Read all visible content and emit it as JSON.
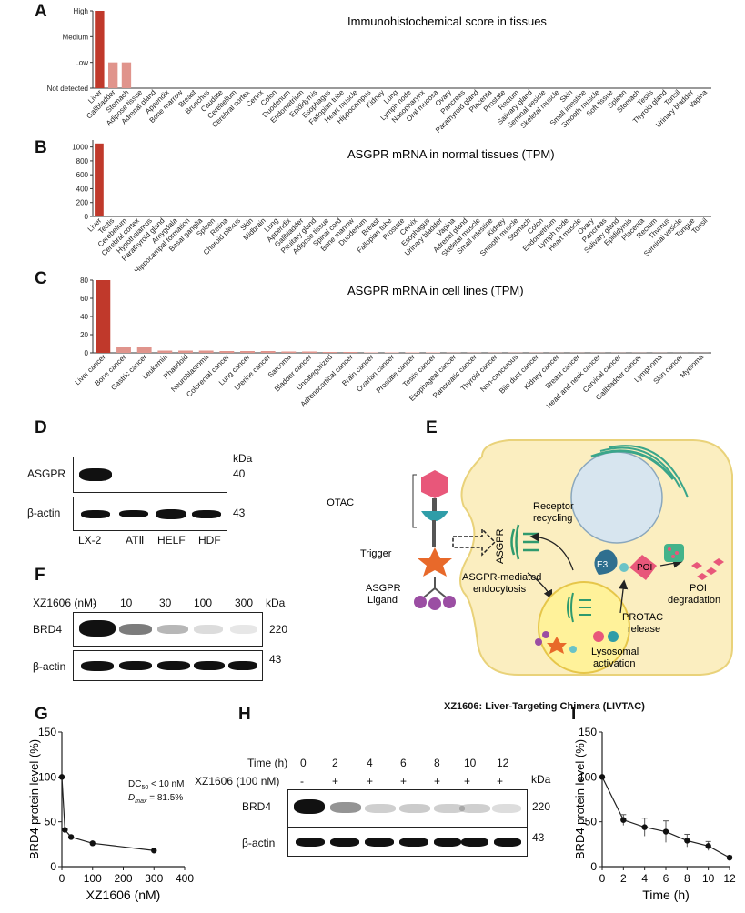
{
  "panels": {
    "A": "A",
    "B": "B",
    "C": "C",
    "D": "D",
    "E": "E",
    "F": "F",
    "G": "G",
    "H": "H",
    "I": "I"
  },
  "colors": {
    "bar_main": "#c0392b",
    "bar_light": "#e0948c",
    "cell": "#fbeec0",
    "cell_border": "#e9d27a"
  },
  "chart_data": [
    {
      "type": "bar",
      "title": "Immunohistochemical score in tissues",
      "ytick_labels": [
        "Not detected",
        "Low",
        "Medium",
        "High"
      ],
      "categories": [
        "Liver",
        "Gallbladder",
        "Stomach",
        "Adipose tissue",
        "Adrenal gland",
        "Appendix",
        "Bone marrow",
        "Breast",
        "Bronchus",
        "Caudate",
        "Cerebellum",
        "Cerebral cortex",
        "Cervix",
        "Colon",
        "Duodenum",
        "Endometrium",
        "Epididymis",
        "Esophagus",
        "Fallopian tube",
        "Heart muscle",
        "Hippocampus",
        "Kidney",
        "Lung",
        "Lymph node",
        "Nasopharynx",
        "Oral mucosa",
        "Ovary",
        "Pancreas",
        "Parathyroid gland",
        "Placenta",
        "Prostate",
        "Rectum",
        "Salivary gland",
        "Seminal vesicle",
        "Skeletal muscle",
        "Skin",
        "Small intestine",
        "Smooth muscle",
        "Soft tissue",
        "Spleen",
        "Stomach",
        "Testis",
        "Thyroid gland",
        "Tonsil",
        "Urinary bladder",
        "Vagina"
      ],
      "values": [
        3,
        1,
        1,
        0,
        0,
        0,
        0,
        0,
        0,
        0,
        0,
        0,
        0,
        0,
        0,
        0,
        0,
        0,
        0,
        0,
        0,
        0,
        0,
        0,
        0,
        0,
        0,
        0,
        0,
        0,
        0,
        0,
        0,
        0,
        0,
        0,
        0,
        0,
        0,
        0,
        0,
        0,
        0,
        0,
        0,
        0
      ],
      "ylim": [
        0,
        3
      ]
    },
    {
      "type": "bar",
      "title": "ASGPR mRNA in normal tissues (TPM)",
      "yticks": [
        0,
        200,
        400,
        600,
        800,
        1000
      ],
      "categories": [
        "Liver",
        "Testis",
        "Cerebellum",
        "Cerebral cortex",
        "Hypothalamus",
        "Parathyroid gland",
        "Amygdala",
        "Hippocampal formation",
        "Basal ganglia",
        "Spleen",
        "Retina",
        "Choroid plexus",
        "Skin",
        "Midbrain",
        "Lung",
        "Appendix",
        "Gallbladder",
        "Pituitary gland",
        "Adipose tissue",
        "Spinal cord",
        "Bone marrow",
        "Duodenum",
        "Breast",
        "Fallopian tube",
        "Prostate",
        "Cervix",
        "Esophagus",
        "Urinary bladder",
        "Vagina",
        "Adrenal gland",
        "Skeletal muscle",
        "Small intestine",
        "Kidney",
        "Smooth muscle",
        "Stomach",
        "Colon",
        "Endometrium",
        "Lymph node",
        "Heart muscle",
        "Ovary",
        "Pancreas",
        "Salivary gland",
        "Epididymis",
        "Placenta",
        "Rectum",
        "Thymus",
        "Seminal vesicle",
        "Tongue",
        "Tonsil"
      ],
      "values": [
        1050,
        2,
        1,
        1,
        1,
        1,
        1,
        1,
        1,
        1,
        1,
        1,
        1,
        1,
        1,
        1,
        1,
        1,
        1,
        1,
        1,
        1,
        1,
        1,
        1,
        1,
        1,
        1,
        1,
        1,
        1,
        1,
        1,
        1,
        1,
        1,
        1,
        1,
        1,
        1,
        1,
        1,
        1,
        1,
        1,
        1,
        1,
        1,
        1
      ],
      "ylim": [
        0,
        1100
      ]
    },
    {
      "type": "bar",
      "title": "ASGPR mRNA in cell lines (TPM)",
      "yticks": [
        0,
        20,
        40,
        60,
        80
      ],
      "categories": [
        "Liver cancer",
        "Bone cancer",
        "Gastric cancer",
        "Leukemia",
        "Rhabdoid",
        "Neuroblastoma",
        "Colorectal cancer",
        "Lung cancer",
        "Uterine cancer",
        "Sarcoma",
        "Bladder cancer",
        "Uncategorized",
        "Adrenocortical cancer",
        "Brain cancer",
        "Ovarian cancer",
        "Prostate cancer",
        "Testis cancer",
        "Esophageal cancer",
        "Pancreatic cancer",
        "Thyroid cancer",
        "Non-cancerous",
        "Bile duct cancer",
        "Kidney cancer",
        "Breast cancer",
        "Head and neck cancer",
        "Cervical cancer",
        "Gallbladder cancer",
        "Lymphoma",
        "Skin cancer",
        "Myeloma"
      ],
      "values": [
        80,
        6,
        6,
        2.5,
        2.5,
        2.5,
        2,
        2,
        2,
        1.5,
        1.5,
        1,
        1,
        0.5,
        0.5,
        0.5,
        0.5,
        0.3,
        0.3,
        0.3,
        0.3,
        0.3,
        0.2,
        0.2,
        0.2,
        0.2,
        0.2,
        0.2,
        0.1,
        0.1
      ],
      "ylim": [
        0,
        80
      ]
    },
    {
      "type": "line",
      "xlabel": "XZ1606 (nM)",
      "ylabel": "BRD4 protein level (%)",
      "x": [
        0,
        10,
        30,
        100,
        300
      ],
      "y": [
        100,
        41,
        33,
        26,
        18
      ],
      "xlim": [
        0,
        400
      ],
      "ylim": [
        0,
        150
      ],
      "xticks": [
        0,
        100,
        200,
        300,
        400
      ],
      "yticks": [
        0,
        50,
        100,
        150
      ]
    },
    {
      "type": "line",
      "xlabel": "Time (h)",
      "ylabel": "BRD4 protein level (%)",
      "x": [
        0,
        2,
        4,
        6,
        8,
        10,
        12
      ],
      "y": [
        100,
        52,
        44,
        39,
        29,
        23,
        10
      ],
      "err": [
        0,
        6,
        10,
        12,
        7,
        5,
        2
      ],
      "xlim": [
        0,
        12
      ],
      "ylim": [
        0,
        150
      ],
      "xticks": [
        0,
        2,
        4,
        6,
        8,
        10,
        12
      ],
      "yticks": [
        0,
        50,
        100,
        150
      ]
    }
  ],
  "annotations": {
    "dc50": "DC",
    "dc50_sub": "50",
    "dc50_val": " < 10 nM",
    "dmax": "D",
    "dmax_sub": "max",
    "dmax_val": " = 81.5%"
  },
  "blotD": {
    "kda": "kDa",
    "rows": [
      {
        "name": "ASGPR",
        "kda": "40"
      },
      {
        "name": "β-actin",
        "kda": "43"
      }
    ],
    "lanes": [
      "LX-2",
      "ATⅡ",
      "HELF",
      "HDF"
    ]
  },
  "blotF": {
    "header": "XZ1606 (nM)",
    "kda": "kDa",
    "lanes": [
      "-",
      "10",
      "30",
      "100",
      "300"
    ],
    "rows": [
      {
        "name": "BRD4",
        "kda": "220"
      },
      {
        "name": "β-actin",
        "kda": "43"
      }
    ]
  },
  "blotH": {
    "time_label": "Time (h)",
    "drug_label": "XZ1606 (100 nM)",
    "kda": "kDa",
    "times": [
      "0",
      "2",
      "4",
      "6",
      "8",
      "10",
      "12"
    ],
    "drug": [
      "-",
      "+",
      "+",
      "+",
      "+",
      "+",
      "+"
    ],
    "rows": [
      {
        "name": "BRD4",
        "kda": "220"
      },
      {
        "name": "β-actin",
        "kda": "43"
      }
    ]
  },
  "schematic": {
    "protac": "PROTAC",
    "trigger": "Trigger",
    "ligand": [
      "ASGPR",
      "Ligand"
    ],
    "asgpr": "ASGPR",
    "receptor": [
      "Receptor",
      "recycling"
    ],
    "endocytosis": [
      "ASGPR-mediated",
      "endocytosis"
    ],
    "protac_release": [
      "PROTAC",
      "release"
    ],
    "lysosomal": [
      "Lysosomal",
      "activation"
    ],
    "e3": "E3",
    "poi": "POI",
    "poi_deg": [
      "POI",
      "degradation"
    ],
    "caption_prefix": "XZ1606: ",
    "caption_name": "Liver-Targeting Chimera (LIVTAC)"
  }
}
